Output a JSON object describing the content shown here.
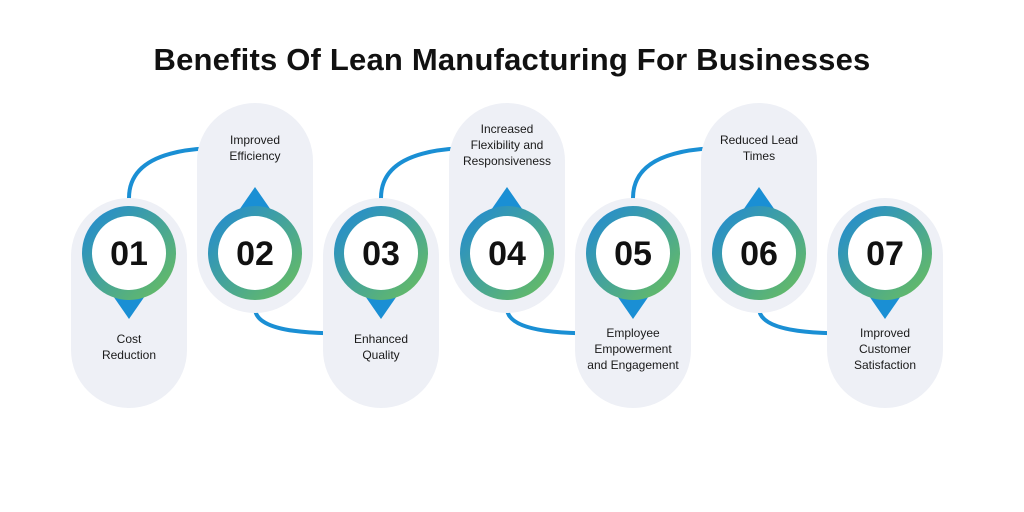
{
  "title": "Benefits Of Lean Manufacturing For Businesses",
  "colors": {
    "pill": "#eef0f6",
    "connector": "#1a8fd4",
    "pointer": "#1a8fd4",
    "ring_start": "#1e88d8",
    "ring_end": "#6cc05a",
    "text": "#111111"
  },
  "steps": [
    {
      "number": "01",
      "label": [
        "Cost",
        "Reduction"
      ]
    },
    {
      "number": "02",
      "label": [
        "Improved",
        "Efficiency"
      ]
    },
    {
      "number": "03",
      "label": [
        "Enhanced",
        "Quality"
      ]
    },
    {
      "number": "04",
      "label": [
        "Increased",
        "Flexibility and",
        "Responsiveness"
      ]
    },
    {
      "number": "05",
      "label": [
        "Employee",
        "Empowerment",
        "and Engagement"
      ]
    },
    {
      "number": "06",
      "label": [
        "Reduced Lead",
        "Times"
      ]
    },
    {
      "number": "07",
      "label": [
        "Improved",
        "Customer",
        "Satisfaction"
      ]
    }
  ]
}
